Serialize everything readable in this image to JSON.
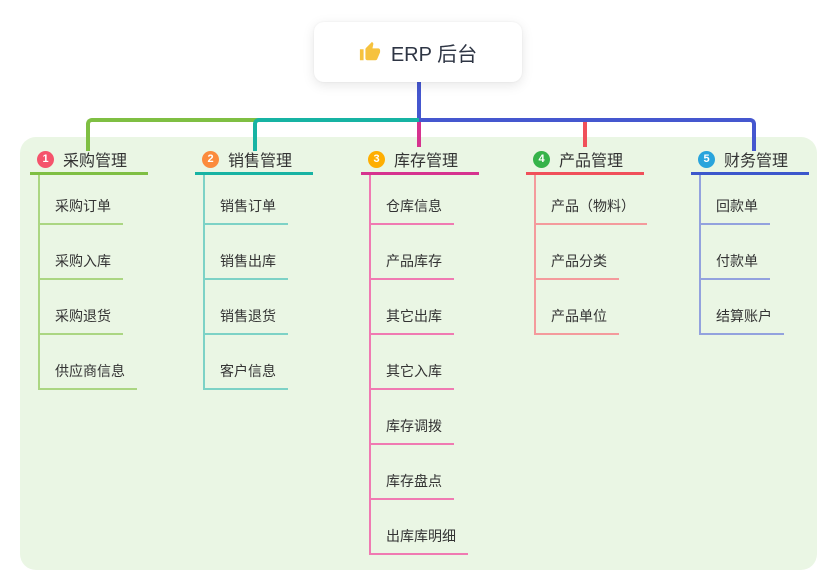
{
  "root": {
    "icon": "thumbs-up-icon",
    "title": "ERP 后台"
  },
  "branches": [
    {
      "index": "1",
      "title": "采购管理",
      "badge_color": "#f5536c",
      "line_color": "#7fbf43",
      "child_line_color": "#abd682",
      "children": [
        "采购订单",
        "采购入库",
        "采购退货",
        "供应商信息"
      ]
    },
    {
      "index": "2",
      "title": "销售管理",
      "badge_color": "#fb8b3d",
      "line_color": "#17b3a3",
      "child_line_color": "#7dd2c6",
      "children": [
        "销售订单",
        "销售出库",
        "销售退货",
        "客户信息"
      ]
    },
    {
      "index": "3",
      "title": "库存管理",
      "badge_color": "#feae02",
      "line_color": "#d6338f",
      "child_line_color": "#f07ab2",
      "children": [
        "仓库信息",
        "产品库存",
        "其它出库",
        "其它入库",
        "库存调拨",
        "库存盘点",
        "出库库明细"
      ]
    },
    {
      "index": "4",
      "title": "产品管理",
      "badge_color": "#36b34a",
      "line_color": "#f0505a",
      "child_line_color": "#f49a9c",
      "children": [
        "产品（物料）",
        "产品分类",
        "产品单位"
      ]
    },
    {
      "index": "5",
      "title": "财务管理",
      "badge_color": "#29a4dc",
      "line_color": "#3c57cc",
      "child_line_color": "#93a2de",
      "children": [
        "回款单",
        "付款单",
        "结算账户"
      ]
    }
  ],
  "colors": {
    "canvas_background": "#ffffff",
    "panel_background": "#eaf6e4",
    "trunk_connector": "#4557cf"
  }
}
